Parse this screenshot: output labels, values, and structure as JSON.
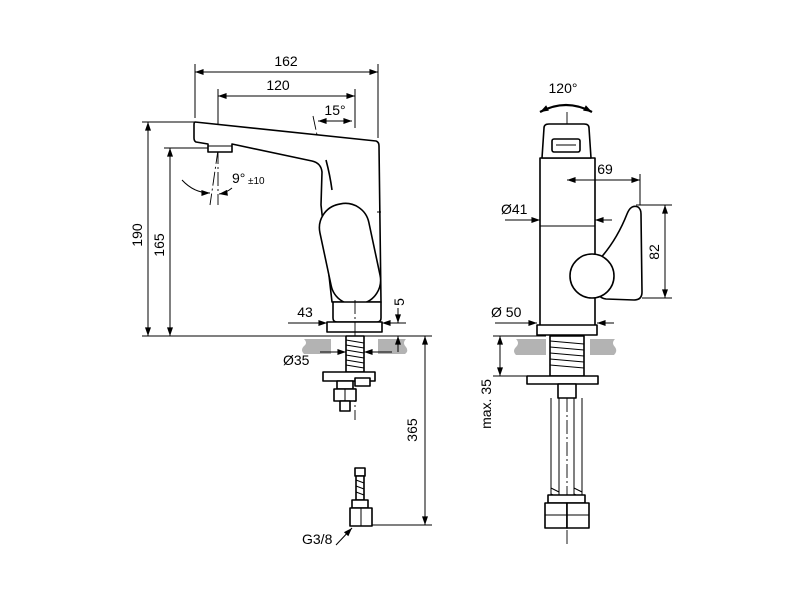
{
  "left_view": {
    "dim_overall_length": "162",
    "dim_spout_reach": "120",
    "dim_spout_angle": "15°",
    "dim_jet_angle": "9°",
    "dim_jet_tolerance": "±10",
    "dim_overall_height": "190",
    "dim_spout_height": "165",
    "dim_base_offset": "43",
    "dim_base_height": "5",
    "dim_hole_diameter": "Ø35",
    "dim_hose_length": "365",
    "thread_label": "G3/8"
  },
  "right_view": {
    "dim_swivel_angle": "120°",
    "dim_handle_reach": "69",
    "dim_body_diameter": "Ø41",
    "dim_handle_height": "82",
    "dim_base_diameter": "Ø 50",
    "dim_max_counter_thickness": "max. 35"
  },
  "colors": {
    "line": "#000000",
    "hatch": "#b3b3b3",
    "background": "#ffffff"
  }
}
